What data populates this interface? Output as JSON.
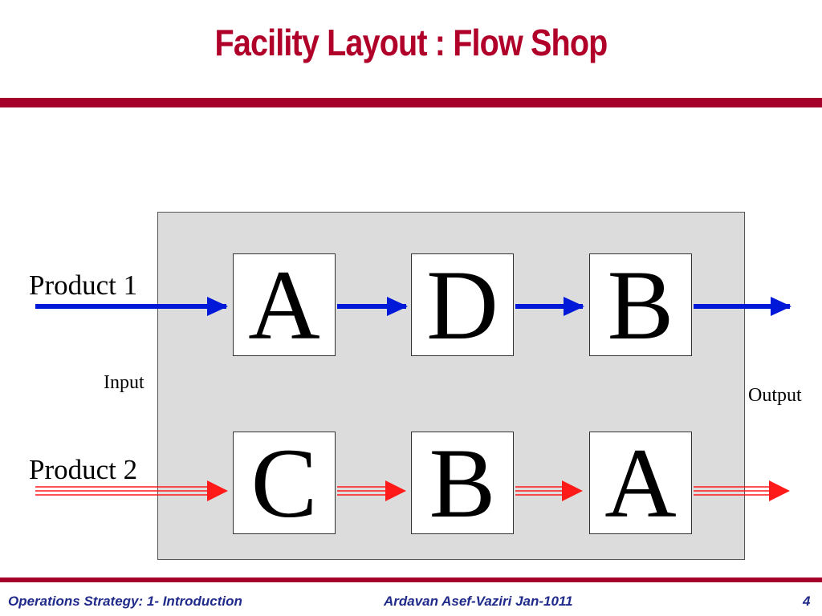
{
  "slide": {
    "title": "Facility Layout : Flow Shop"
  },
  "diagram": {
    "product1_label": "Product 1",
    "product2_label": "Product 2",
    "input_label": "Input",
    "output_label": "Output",
    "row1_stations": [
      "A",
      "D",
      "B"
    ],
    "row2_stations": [
      "C",
      "B",
      "A"
    ],
    "colors": {
      "product1_flow": "#0018d8",
      "product2_flow": "#ff1a1a",
      "plant_fill": "#dcdcdc",
      "accent": "#a4002a"
    }
  },
  "footer": {
    "course": "Operations Strategy:  1- Introduction",
    "author_date": "Ardavan Asef-Vaziri    Jan-1011",
    "page_number": "4"
  }
}
